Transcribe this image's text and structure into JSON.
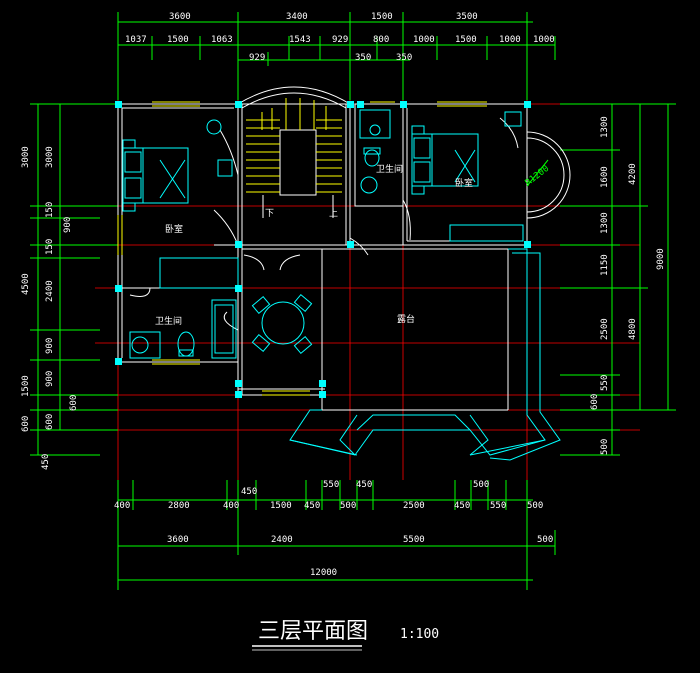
{
  "drawing": {
    "title": "三层平面图",
    "scale": "1:100"
  },
  "dims": {
    "top_major": [
      "3600",
      "3400",
      "1500",
      "3500"
    ],
    "top_minor": [
      "1037",
      "1500",
      "1063",
      "1543",
      "929",
      "800",
      "1000",
      "1500",
      "1000",
      "1000"
    ],
    "top_stair": [
      "929",
      "350",
      "350"
    ],
    "bottom_minor": [
      "400",
      "2800",
      "400",
      "450",
      "1500",
      "450",
      "550",
      "450",
      "500",
      "2500",
      "450",
      "500",
      "550",
      "500"
    ],
    "bottom_major": [
      "3600",
      "2400",
      "5500",
      "500"
    ],
    "bottom_total": "12000",
    "left_outer": [
      "3000",
      "4500",
      "1500",
      "600",
      "450"
    ],
    "left_inner": [
      "3000",
      "150",
      "900",
      "150",
      "2400",
      "900",
      "900",
      "600",
      "600"
    ],
    "right_inner": [
      "1300",
      "1600",
      "1300",
      "1150",
      "2500",
      "550",
      "600",
      "500"
    ],
    "right_mid": [
      "4200",
      "4800"
    ],
    "right_outer": "9000"
  },
  "rooms": {
    "bedroom_left": "卧室",
    "bedroom_right": "卧室",
    "bath_left": "卫生间",
    "bath_right": "卫生间",
    "terrace": "露台",
    "stair_down": "下",
    "stair_up": "上",
    "bay_label": "R1200"
  },
  "colors": {
    "background": "#000000",
    "dimension_lines": "#00ff00",
    "grid_axes": "#ff0000",
    "walls": "#ffffff",
    "fixtures": "#00ffff",
    "windows": "#ffff00",
    "wall_ends": "#00ffff"
  }
}
